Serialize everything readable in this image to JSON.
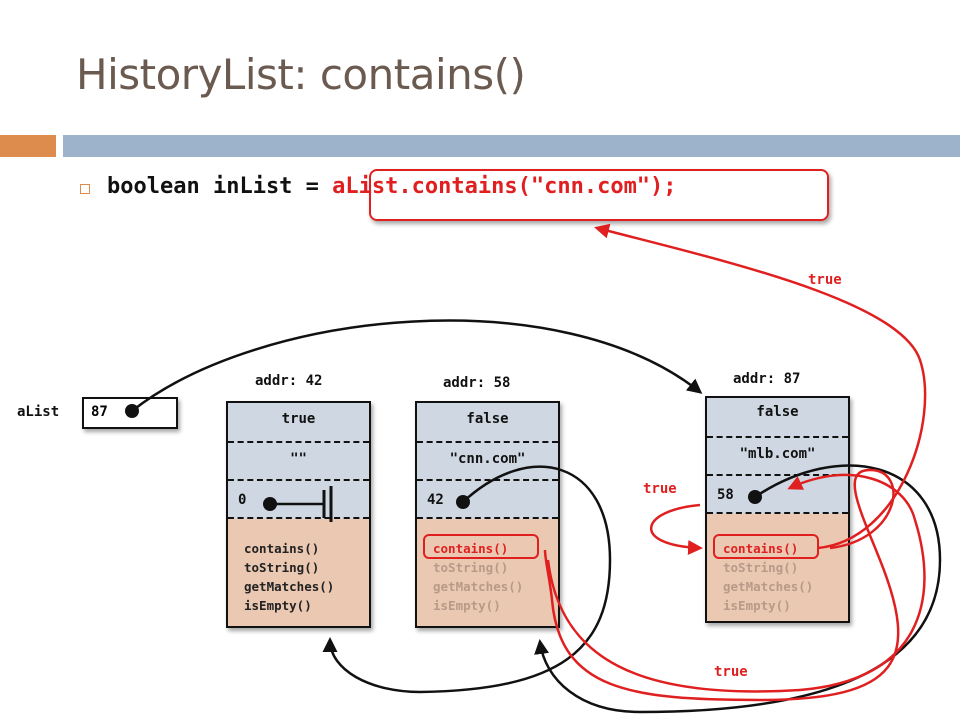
{
  "slide": {
    "title": "HistoryList: contains()",
    "code_prefix": "boolean inList = ",
    "code_call": "aList.contains(\"cnn.com\");"
  },
  "variable": {
    "name": "aList",
    "value": "87"
  },
  "nodes": [
    {
      "addr": "addr: 42",
      "flag": "true",
      "value": "\"\"",
      "next": "0",
      "methods": [
        "contains()",
        "toString()",
        "getMatches()",
        "isEmpty()"
      ]
    },
    {
      "addr": "addr: 58",
      "flag": "false",
      "value": "\"cnn.com\"",
      "next": "42",
      "methods": [
        "contains()",
        "toString()",
        "getMatches()",
        "isEmpty()"
      ]
    },
    {
      "addr": "addr: 87",
      "flag": "false",
      "value": "\"mlb.com\"",
      "next": "58",
      "methods": [
        "contains()",
        "toString()",
        "getMatches()",
        "isEmpty()"
      ]
    }
  ],
  "returns": {
    "top": "true",
    "mid": "true",
    "bottom": "true"
  },
  "colors": {
    "accent_red": "#e02020",
    "cell_blue": "#cfd8e2",
    "method_bg": "#eac8b2",
    "title": "#6b5a4f",
    "bar_orange": "#de8b4e",
    "bar_blue": "#9db3cc"
  }
}
